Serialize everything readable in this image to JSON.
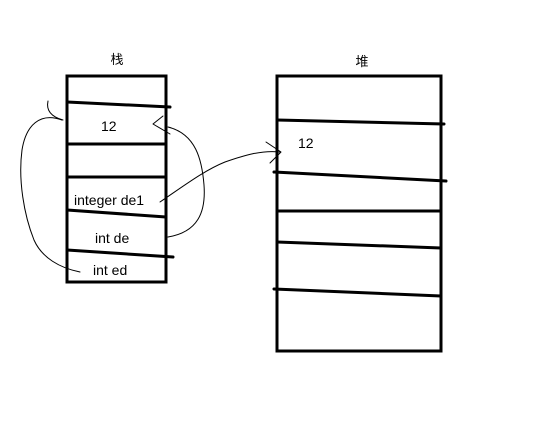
{
  "stack": {
    "title": "栈",
    "cells": [
      "12",
      "integer de1",
      "int de",
      "int ed"
    ]
  },
  "heap": {
    "title": "堆",
    "cells": [
      "12"
    ]
  },
  "colors": {
    "ink": "#000000",
    "background": "#ffffff"
  }
}
